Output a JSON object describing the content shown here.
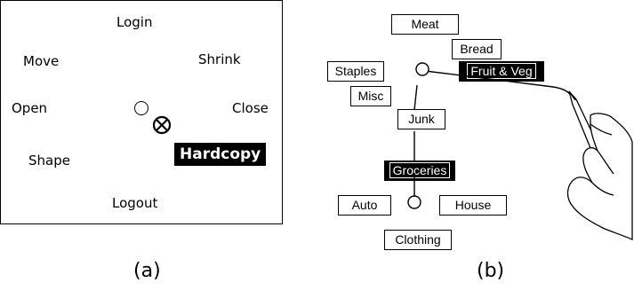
{
  "panel_a": {
    "items": {
      "login": "Login",
      "move": "Move",
      "shrink": "Shrink",
      "open": "Open",
      "close": "Close",
      "shape": "Shape",
      "hardcopy": "Hardcopy",
      "logout": "Logout"
    },
    "caption": "(a)"
  },
  "panel_b": {
    "items": {
      "meat": "Meat",
      "bread": "Bread",
      "staples": "Staples",
      "fruit_veg": "Fruit & Veg",
      "misc": "Misc",
      "junk": "Junk",
      "groceries": "Groceries",
      "auto": "Auto",
      "house": "House",
      "clothing": "Clothing"
    },
    "caption": "(b)"
  }
}
